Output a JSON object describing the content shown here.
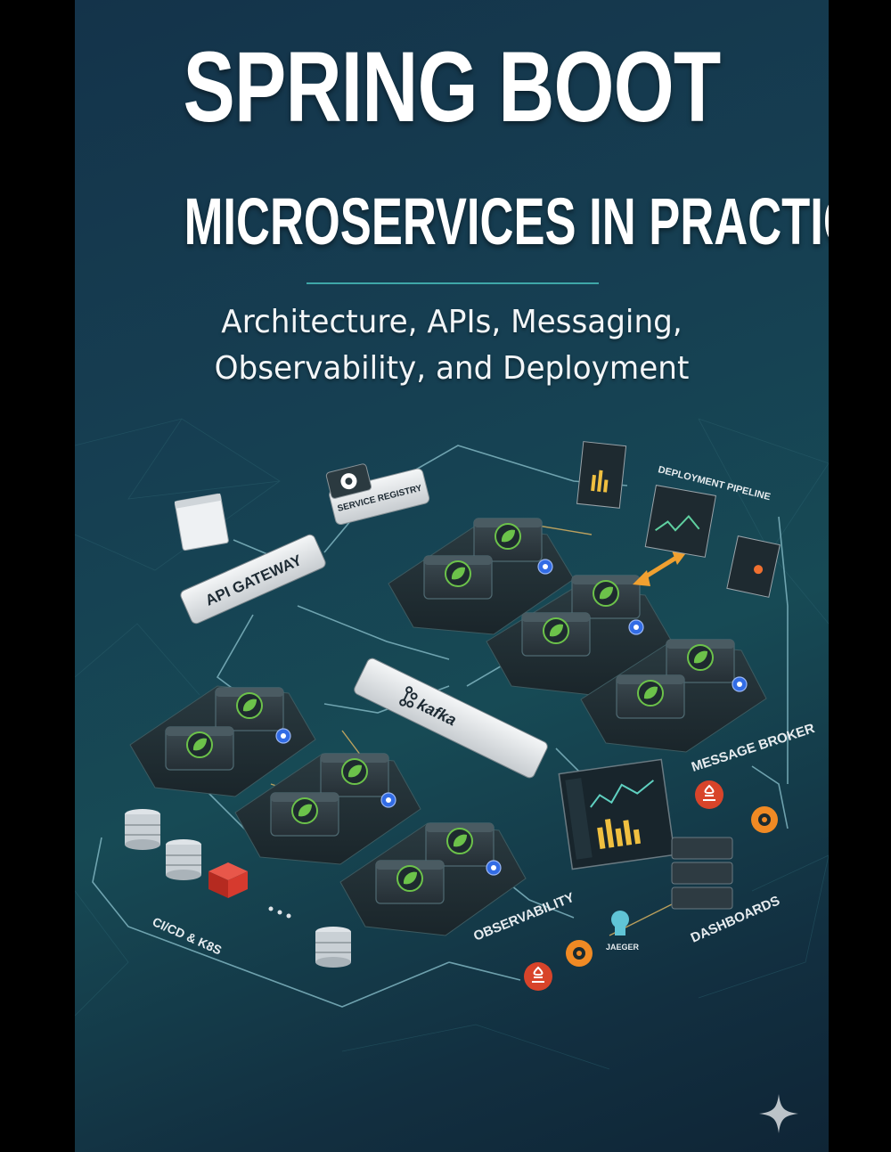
{
  "cover": {
    "title": "SPRING BOOT",
    "subtitle": "MICROSERVICES IN PRACTICE",
    "tagline_line1": "Architecture, APIs, Messaging,",
    "tagline_line2": "Observability, and Deployment"
  },
  "diagram": {
    "api_gateway": "API GATEWAY",
    "service_registry": "SERVICE REGISTRY",
    "kafka": "kafka",
    "deployment_pipeline": "DEPLOYMENT PIPELINE",
    "message_broker": "MESSAGE BROKER",
    "observability": "OBSERVABILITY",
    "dashboards": "DASHBOARDS",
    "cicd": "CI/CD & K8S",
    "jaeger": "JAEGER"
  },
  "colors": {
    "accent_teal": "#3fa7a8",
    "spring_green": "#6cc24a",
    "arrow_orange": "#f0a030",
    "redis_red": "#d63a2e"
  },
  "icons": {
    "spring": "spring-leaf-icon",
    "kafka": "kafka-logo-icon",
    "database": "database-icon",
    "grafana": "grafana-icon",
    "prometheus": "prometheus-icon",
    "sparkle": "sparkle-icon"
  }
}
